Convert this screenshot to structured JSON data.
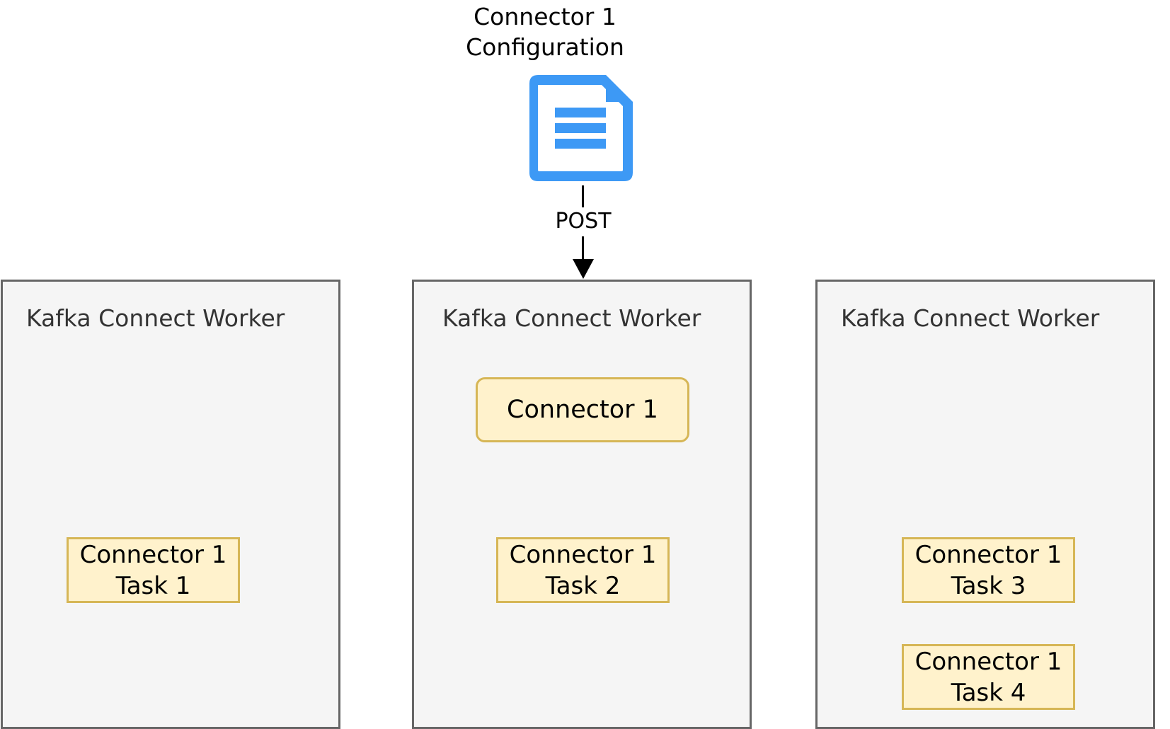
{
  "config": {
    "title_line1": "Connector 1",
    "title_line2": "Configuration",
    "icon": "document-icon",
    "icon_color": "#3d99f5"
  },
  "arrow": {
    "label": "POST"
  },
  "workers": [
    {
      "title": "Kafka Connect Worker",
      "tasks": [
        {
          "line1": "Connector 1",
          "line2": "Task 1"
        }
      ]
    },
    {
      "title": "Kafka Connect Worker",
      "connector": "Connector 1",
      "tasks": [
        {
          "line1": "Connector 1",
          "line2": "Task 2"
        }
      ]
    },
    {
      "title": "Kafka Connect Worker",
      "tasks": [
        {
          "line1": "Connector 1",
          "line2": "Task 3"
        },
        {
          "line1": "Connector 1",
          "line2": "Task 4"
        }
      ]
    }
  ],
  "colors": {
    "worker_fill": "#f5f5f5",
    "worker_border": "#666666",
    "box_fill": "#fff2cc",
    "box_border": "#d6b656"
  }
}
